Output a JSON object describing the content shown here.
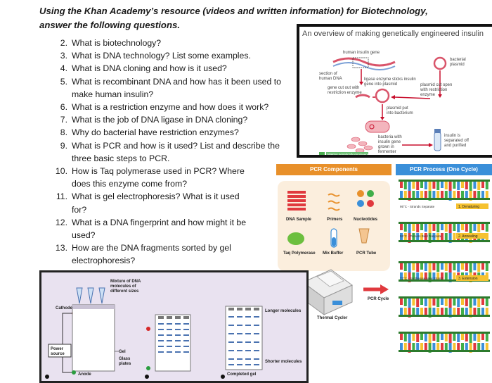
{
  "title": {
    "line1": "Using the Khan Academy’s resource (videos and written information) for Biotechnology,",
    "line2": "answer the following questions."
  },
  "questions": [
    {
      "num": "2.",
      "lines": [
        "What is biotechnology?"
      ]
    },
    {
      "num": "3.",
      "lines": [
        "What is DNA technology? List some examples."
      ]
    },
    {
      "num": "4.",
      "lines": [
        "What is DNA cloning and how is it used?"
      ]
    },
    {
      "num": "5.",
      "lines": [
        "What is recombinant DNA and how has it been used to",
        "make human insulin?"
      ]
    },
    {
      "num": "6.",
      "lines": [
        "What is a restriction enzyme and how does it work?"
      ]
    },
    {
      "num": "7.",
      "lines": [
        "What is the job of DNA ligase in DNA cloning?"
      ]
    },
    {
      "num": "8.",
      "lines": [
        "Why do bacterial have restriction enzymes?"
      ]
    },
    {
      "num": "9.",
      "lines": [
        "What is PCR and how is it used? List and describe the",
        "three basic steps to PCR."
      ]
    },
    {
      "num": "10.",
      "lines": [
        "How is Taq polymerase used in PCR? Where",
        "does this enzyme come from?"
      ]
    },
    {
      "num": "11.",
      "lines": [
        "What is gel electrophoresis? What is it used",
        "for?"
      ]
    },
    {
      "num": "12.",
      "lines": [
        "What is a DNA fingerprint and how might it be",
        "used?"
      ]
    },
    {
      "num": "13.",
      "lines": [
        "How are the DNA fragments sorted by gel",
        "electrophoresis?"
      ]
    }
  ],
  "gmo_figure": {
    "title": "An overview of making genetically engineered insulin",
    "labels": {
      "human_gene": "human insulin gene",
      "section": [
        "section of",
        "human DNA"
      ],
      "cut": [
        "gene cut out with",
        "restriction enzyme"
      ],
      "plasmid": [
        "bacterial",
        "plasmid"
      ],
      "ligase": [
        "ligase enzyme sticks insulin",
        "gene into plasmid"
      ],
      "plasmid_cut": [
        "plasmid cut open",
        "with restriction",
        "enzyme"
      ],
      "into_bacterium": [
        "plasmid put",
        "into bacterium"
      ],
      "fermenter": [
        "bacteria with",
        "insulin gene",
        "grown in",
        "fermenter"
      ],
      "purified": [
        "insulin is",
        "separated off",
        "and purified"
      ],
      "caption": "Making genetically engineered insulin"
    },
    "colors": {
      "dna": "#d9546a",
      "cell": "#f3b5bd",
      "arrow": "#c8102e",
      "caption": "#4caf50"
    }
  },
  "pcr_figure": {
    "components_title": "PCR Components",
    "process_title": "PCR Process (One Cycle)",
    "items": [
      "DNA Sample",
      "Primers",
      "Nucleotides",
      "Taq Polymerase",
      "Mix Buffer",
      "PCR Tube"
    ],
    "thermal": "Thermal Cycler",
    "cycle": "PCR Cycle",
    "steps": [
      {
        "temp": "95°C - Strands Separate",
        "name": "1. Denaturing"
      },
      {
        "temp": "55°C - Primers Bind Template",
        "name": "2. Annealing"
      },
      {
        "temp": "72°C - Synthesise New Strand",
        "name": "3. Extension"
      }
    ],
    "colors": {
      "components": "#e8902a",
      "process": "#3a8fd9",
      "step_badge": "#f6c230",
      "panel": "#fbeedd"
    }
  },
  "gel_figure": {
    "mixture": [
      "Mixture of DNA",
      "molecules of",
      "different sizes"
    ],
    "cathode": "Cathode",
    "anode": "Anode",
    "power": [
      "Power",
      "source"
    ],
    "gel": "Gel",
    "glass": [
      "Glass",
      "plates"
    ],
    "longer": "Longer molecules",
    "shorter": "Shorter molecules",
    "completed": "Completed gel",
    "colors": {
      "bg": "#e9e2f0",
      "negative": "#d62828",
      "positive": "#2a9d3f"
    }
  }
}
